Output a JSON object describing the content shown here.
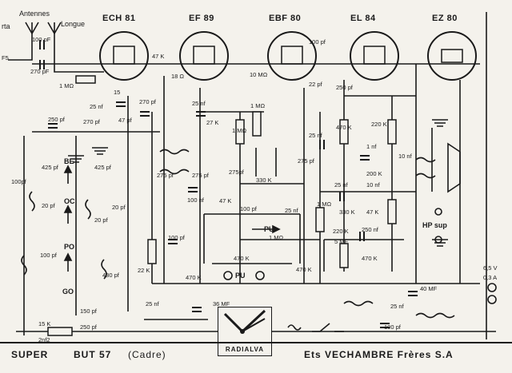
{
  "title": {
    "antennas": "Antennes",
    "antenna_long": "Longue",
    "antenna_left": "rta"
  },
  "tubes": [
    {
      "id": "ech81",
      "label": "ECH 81"
    },
    {
      "id": "ef89",
      "label": "EF 89"
    },
    {
      "id": "ebf80",
      "label": "EBF 80"
    },
    {
      "id": "el84",
      "label": "EL 84"
    },
    {
      "id": "ez80",
      "label": "EZ 80"
    }
  ],
  "bands": [
    "BE",
    "OC",
    "PO",
    "GO"
  ],
  "components": {
    "c_100pf_top": "100 pF",
    "c_270pf_ant": "270 pF",
    "r_1mohm_ant": "1 MΩ",
    "f5": "F5",
    "r_47k_osc": "47 K",
    "c_25nf_1": "25 nf",
    "r_15": "15",
    "c_270pf_ech": "270 pf",
    "c_47pf": "47 pf",
    "c_250pf": "250 pf",
    "c_270pf_2": "270 pf",
    "c_425pf_1": "425 pf",
    "c_425pf_2": "425 pf",
    "c_100pf_l": "100pf",
    "c_20pf_1": "20 pf",
    "c_20pf_2": "20 pf",
    "c_20pf_3": "20 pf",
    "c_100pf_po": "100 pf",
    "c_430pf": "430 pf",
    "c_150pf": "150 pf",
    "c_250pf_go": "250 pf",
    "r_15k": "15 K",
    "c_2nf2": "2nf2",
    "r_18": "18 Ω",
    "c_25nf_ef": "25 nf",
    "r_27k": "27 K",
    "c_275pf_a": "275 pf",
    "c_275pf_b": "275 pf",
    "c_100nf": "100 nf",
    "c_100pf_mid": "100 pf",
    "r_22k": "22 K",
    "c_25nf_bot": "25 nf",
    "c_25nf_bot2": "25 nf",
    "c_36mf": "36 MF",
    "r_470k_a": "470 K",
    "r_10mohm": "10 MΩ",
    "c_100pf_ebf": "100 pf",
    "c_22pf": "22 pf",
    "r_1mohm_b": "1 MΩ",
    "r_1mohm_c": "1 MΩ",
    "c_275pf_c": "275pf",
    "r_330k_a": "330 K",
    "c_275pf_d": "275 pf",
    "r_47k_b": "47 K",
    "c_100pf_c": "100 pf",
    "c_25nf_c": "25 nf",
    "r_1mohm_vol": "1 MΩ",
    "pu": "PU",
    "pu_jack": "PU",
    "r_470k_b": "470 K",
    "r_470k_c": "470 K",
    "c_25nf_el": "25 nf",
    "c_250pf_el": "250 pf",
    "r_470k_el": "470 K",
    "r_220k_a": "220 K",
    "c_1nf": "1 nf",
    "r_200k": "200 K",
    "c_10nf_a": "10 nf",
    "c_10nf_b": "10 nf",
    "c_25nf_d": "25 nf",
    "r_1mohm_d": "1 MΩ",
    "r_330k_b": "330 K",
    "r_47k_c": "47 K",
    "r_220k_b": "220 K",
    "c_5mf": "5 MF",
    "c_250nf": "250 nf",
    "r_470k_d": "470 K",
    "hp_sup": "HP sup",
    "c_40mf": "40 MF",
    "c_25nf_e": "25 nf",
    "c_100pf_e": "100 pf",
    "v_6_5": "6,5 V",
    "a_0_3": "0,3 A"
  },
  "footer": {
    "model": "SUPER",
    "chassis": "BUT 57",
    "frame": "(Cadre)",
    "brand": "RADIALVA",
    "maker": "Ets  VECHAMBRE  Frères  S.A"
  }
}
